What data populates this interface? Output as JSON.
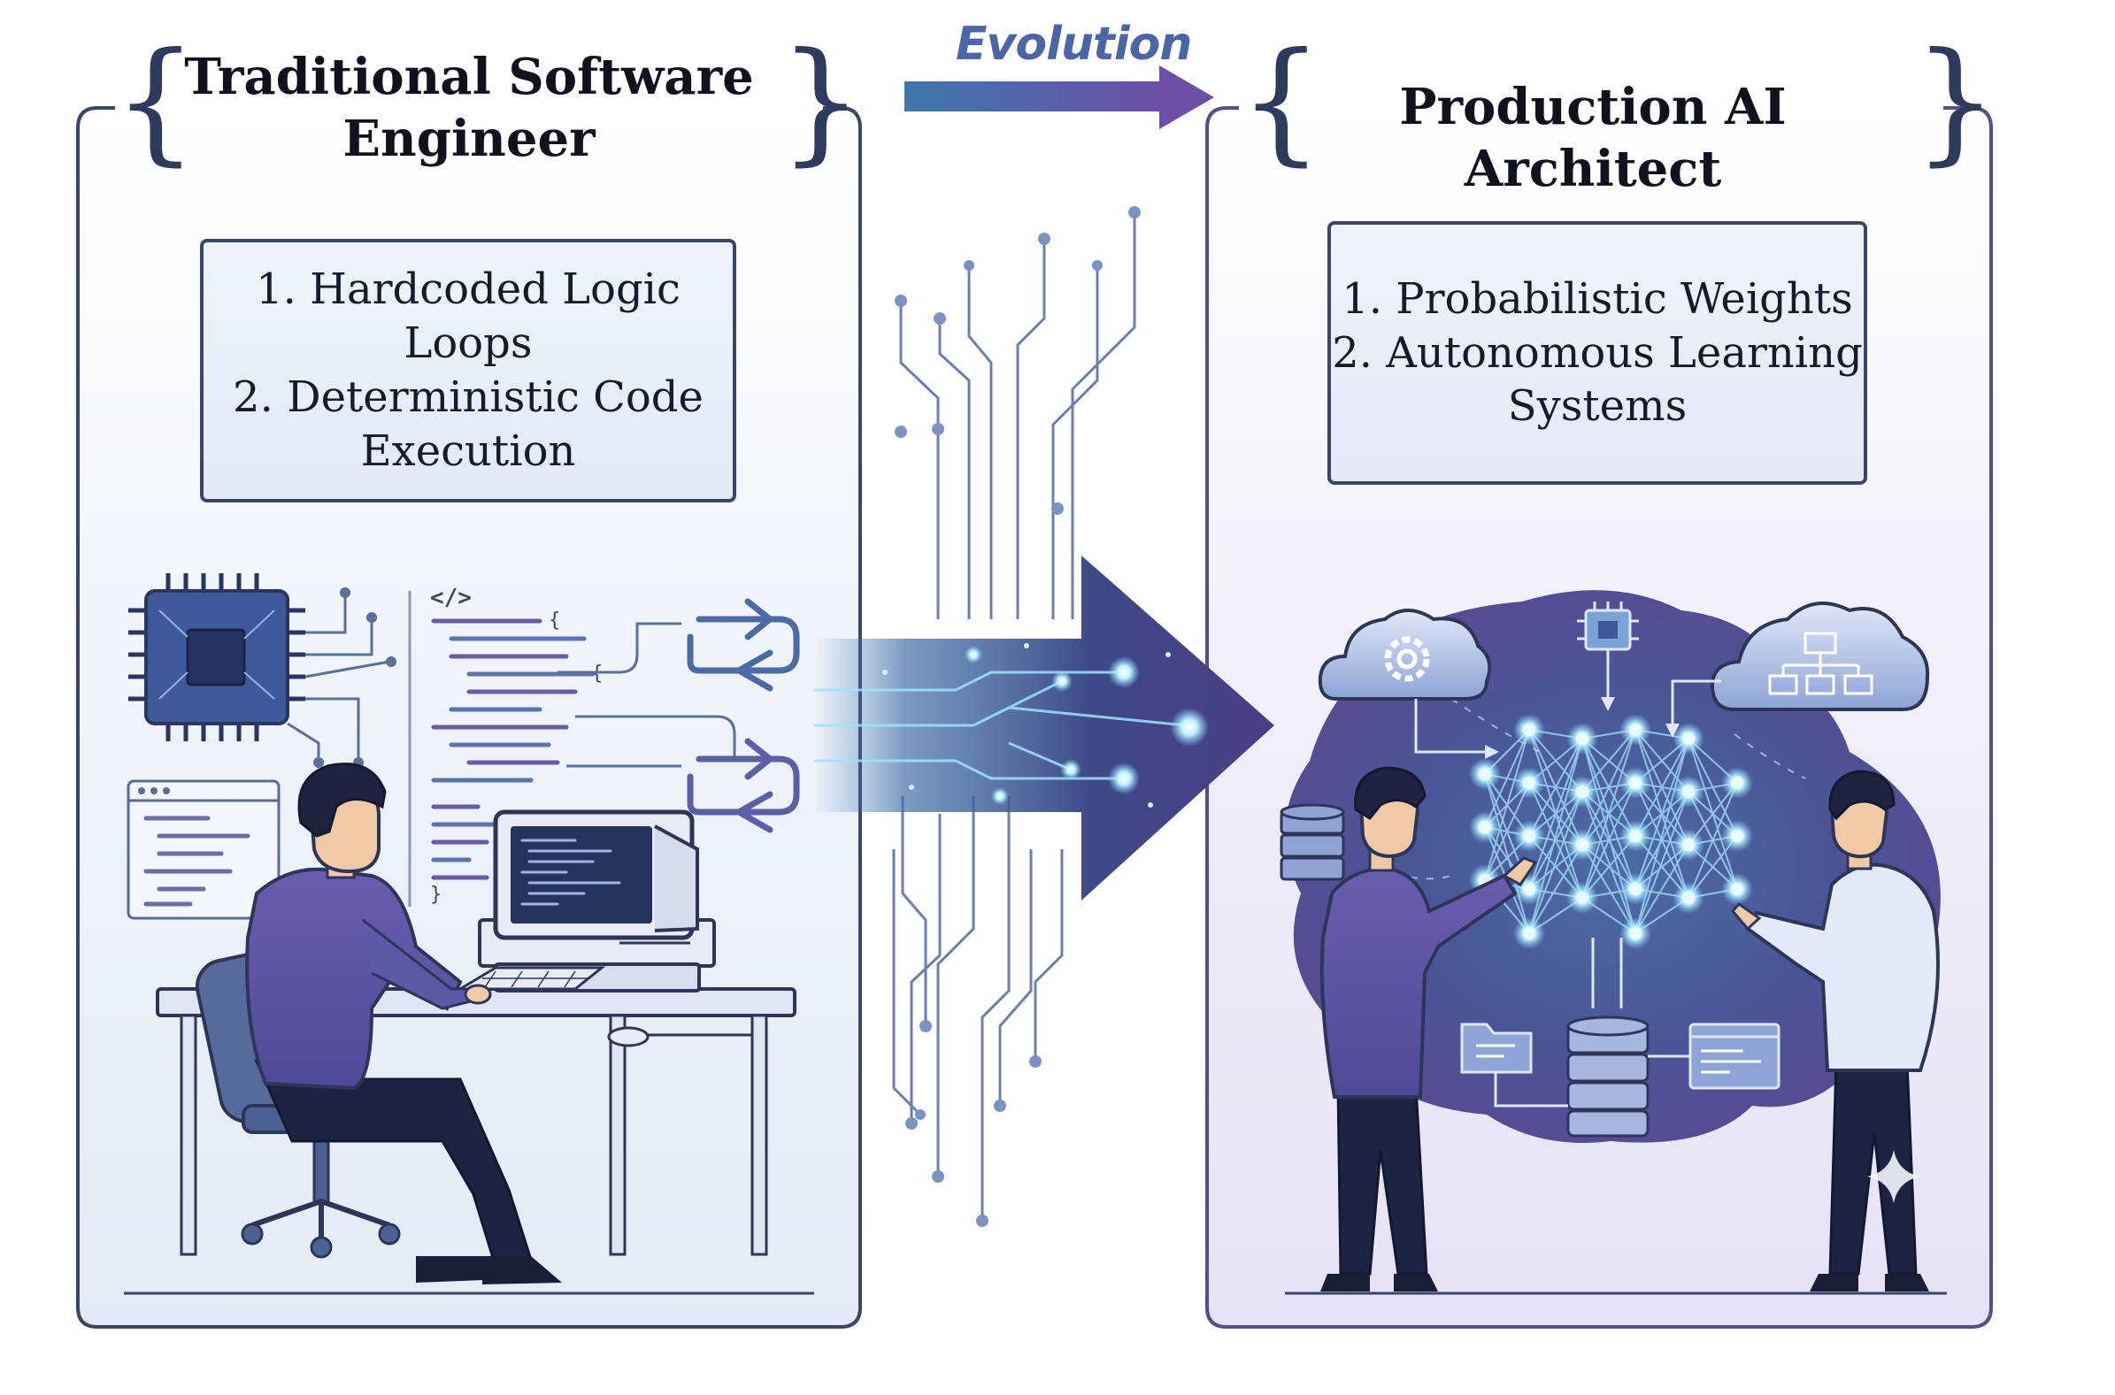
{
  "diagram": {
    "arrow_label": "Evolution",
    "left_panel": {
      "title": "Traditional Software Engineer",
      "title_lines": [
        "Traditional Software",
        "Engineer"
      ],
      "items": [
        "1. Hardcoded Logic",
        "Loops",
        "2. Deterministic Code",
        "Execution"
      ],
      "illustration": "engineer-at-desktop-computer"
    },
    "right_panel": {
      "title": "Production AI Architect",
      "items": [
        "1. Probabilistic Weights",
        "2. Autonomous Learning",
        "Systems"
      ],
      "illustration": "architects-with-neural-network"
    },
    "code_snippet": {
      "tag": "</>",
      "braces": [
        "{",
        "{",
        "}"
      ]
    },
    "colors": {
      "left_border": "#3a4668",
      "right_border": "#5b4a8e",
      "accent_blue": "#4a66a8",
      "accent_purple": "#6a4fa0",
      "neural_glow": "#9fe6ff"
    },
    "icons": [
      "microchip-icon",
      "code-window-icon",
      "loop-arrows-icon",
      "cloud-gear-icon",
      "cloud-hierarchy-icon",
      "database-icon",
      "folder-icon",
      "chip-icon",
      "neural-network-icon",
      "sparkle-icon"
    ]
  }
}
